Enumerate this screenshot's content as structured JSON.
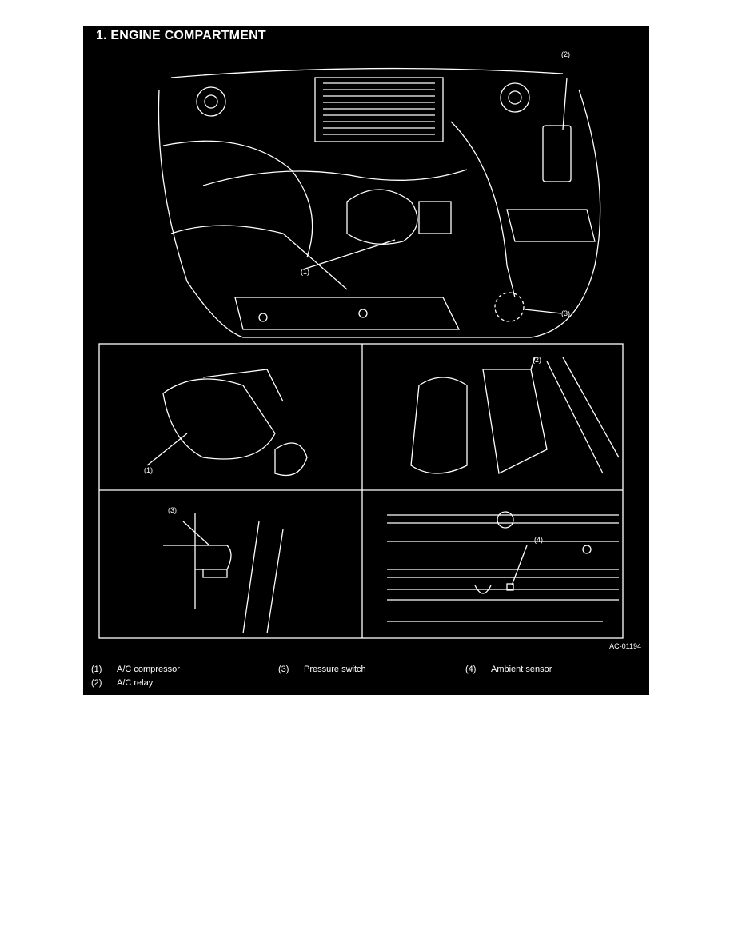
{
  "figure": {
    "title": "1.  ENGINE COMPARTMENT",
    "callouts": {
      "c1": "(1)",
      "c2": "(2)",
      "c3": "(3)",
      "c4": "(4)"
    },
    "figure_code": "AC-01194",
    "legend": [
      {
        "num": "(1)",
        "label": "A/C compressor"
      },
      {
        "num": "(2)",
        "label": "A/C relay"
      },
      {
        "num": "(3)",
        "label": "Pressure switch"
      },
      {
        "num": "(4)",
        "label": "Ambient sensor"
      }
    ]
  }
}
